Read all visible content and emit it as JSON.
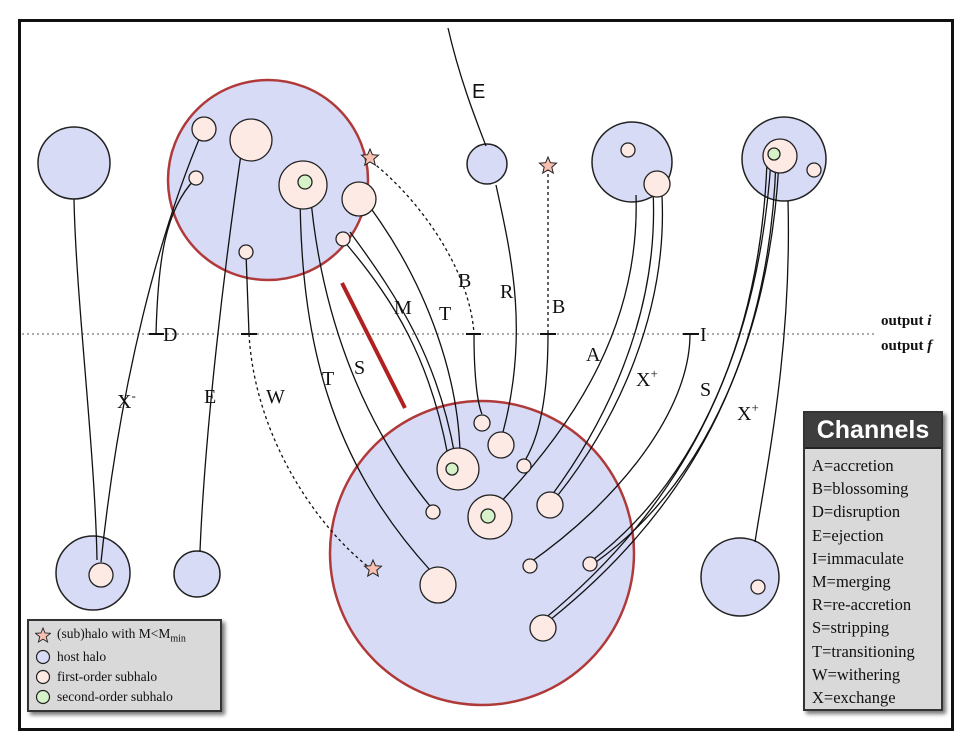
{
  "diagram": {
    "outputs": {
      "i": "output ",
      "i_var": "i",
      "f": "output ",
      "f_var": "f"
    },
    "labels": {
      "E_top": "E",
      "B_left": "B",
      "R": "R",
      "B_right": "B",
      "M": "M",
      "T_mid": "T",
      "D": "D",
      "I": "I",
      "A": "A",
      "X_plus_mid": "X",
      "S_right": "S",
      "X_plus_right": "X",
      "X_minus": "X",
      "E_left": "E",
      "W": "W",
      "T_low": "T",
      "S_low": "S",
      "plus_sup": "+",
      "minus_sup": "-"
    },
    "colors": {
      "host_fill": "#d7dbf6",
      "host_stroke": "#b03a3a",
      "plain_host_stroke": "#222",
      "first_fill": "#fdeae4",
      "second_fill": "#d6f2c8",
      "star_fill": "#f7c0b2",
      "connector": "#b02020"
    }
  },
  "channels": {
    "title": "Channels",
    "items": [
      "A=accretion",
      "B=blossoming",
      "D=disruption",
      "E=ejection",
      "I=immaculate",
      "M=merging",
      "R=re-accretion",
      "S=stripping",
      "T=transitioning",
      "W=withering",
      "X=exchange"
    ]
  },
  "legend": {
    "items": [
      {
        "icon": "star-icon",
        "text": "(sub)halo with M<M",
        "sub": "min"
      },
      {
        "icon": "host-halo-icon",
        "text": "host halo"
      },
      {
        "icon": "first-order-subhalo-icon",
        "text": "first-order subhalo"
      },
      {
        "icon": "second-order-subhalo-icon",
        "text": "second-order subhalo"
      }
    ]
  }
}
